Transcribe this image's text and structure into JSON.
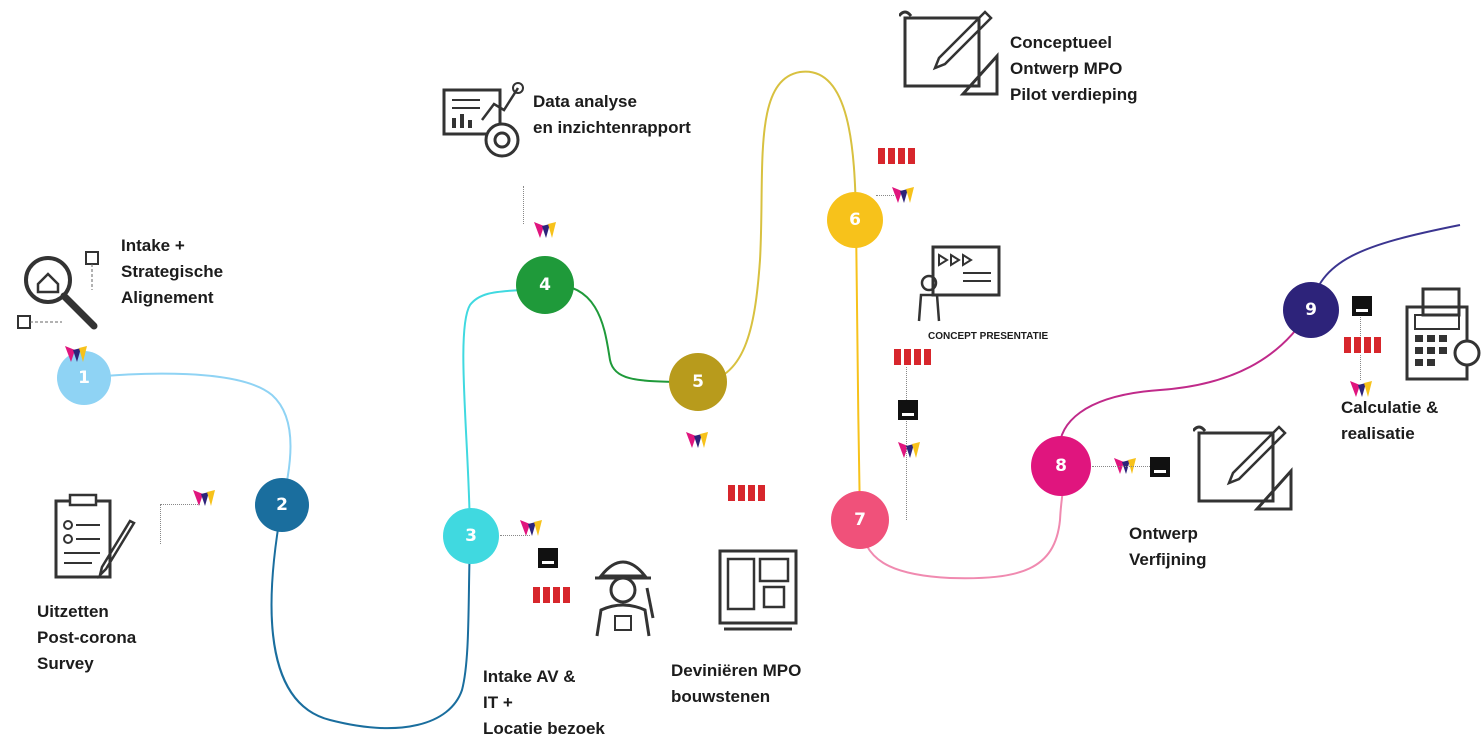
{
  "steps": [
    {
      "number": "1",
      "color": "#8fd3f4",
      "label": "Intake +\nStrategische\nAlignement"
    },
    {
      "number": "2",
      "color": "#1a6e9e",
      "label": "Uitzetten\nPost-corona\nSurvey"
    },
    {
      "number": "3",
      "color": "#40d9e0",
      "label": "Intake AV &\nIT +\nLocatie bezoek"
    },
    {
      "number": "4",
      "color": "#1f9a3a",
      "label": "Data analyse\nen inzichtenrapport"
    },
    {
      "number": "5",
      "color": "#b89b1c",
      "label": "Deviniëren MPO\nbouwstenen"
    },
    {
      "number": "6",
      "color": "#f7c21b",
      "label": "Conceptueel\nOntwerp MPO\nPilot verdieping"
    },
    {
      "number": "7",
      "color": "#f0517a",
      "label": "CONCEPT PRESENTATIE"
    },
    {
      "number": "8",
      "color": "#e0157e",
      "label": "Ontwerp\nVerfijning"
    },
    {
      "number": "9",
      "color": "#2d237a",
      "label": "Calculatie &\nrealisatie"
    }
  ],
  "icons": [
    "house-search-icon",
    "survey-clipboard-icon",
    "worker-icon",
    "data-report-icon",
    "cabinet-blueprint-icon",
    "blueprint-pencil-icon",
    "presentation-icon",
    "blueprint-pencil-icon",
    "calculator-icon"
  ]
}
